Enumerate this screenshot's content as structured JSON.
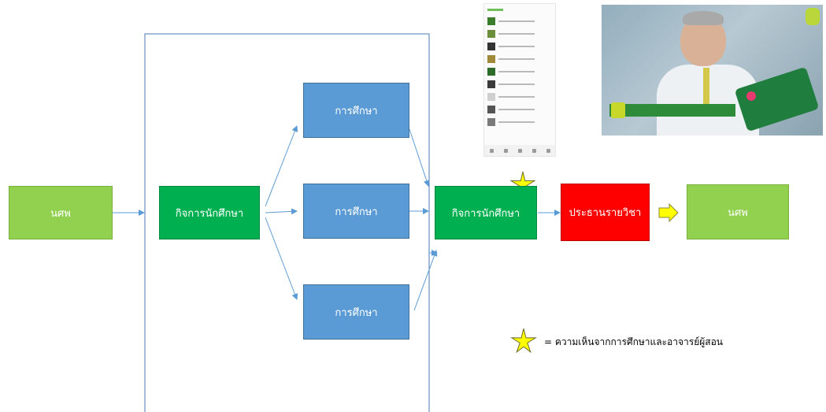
{
  "nodes": {
    "start": "นศพ",
    "activity_left": "กิจการนักศึกษา",
    "edu_top": "การศึกษา",
    "edu_mid": "การศึกษา",
    "edu_bot": "การศึกษา",
    "activity_right": "กิจการนักศึกษา",
    "chair": "ประธานรายวิชา",
    "end": "นศพ"
  },
  "legend": {
    "text": "= ความเห็นจากการศึกษาและอาจารย์ผู้สอน"
  },
  "colors": {
    "light_green": "#92d050",
    "dark_green": "#00b050",
    "blue": "#5b9bd5",
    "red": "#ff0000",
    "star": "#ffff00",
    "connector": "#5b9bd5"
  },
  "images": {
    "phone": "phone-app-screenshot",
    "video": "video-frame-presenter"
  }
}
